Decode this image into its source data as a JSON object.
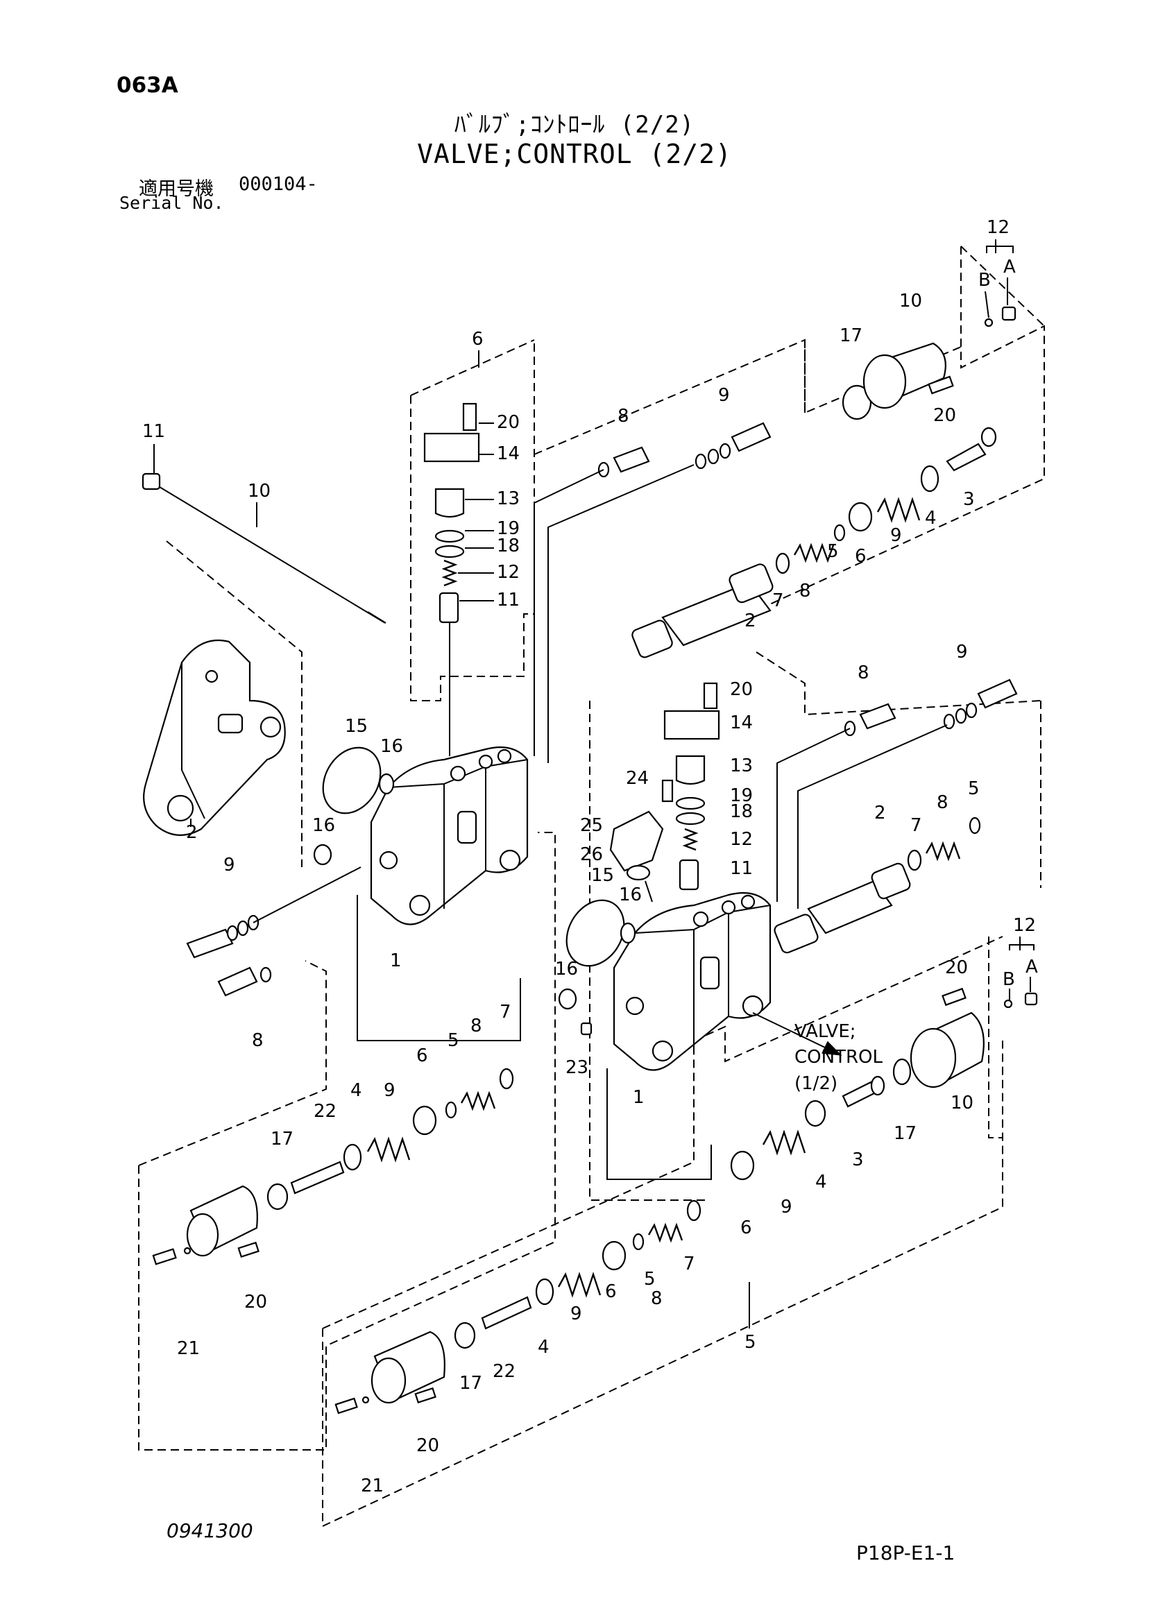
{
  "header": {
    "page_id": "063A",
    "title_jp": "ﾊﾞﾙﾌﾞ;ｺﾝﾄﾛｰﾙ (2/2)",
    "title_en": "VALVE;CONTROL (2/2)",
    "serial_label_jp": "適用号機",
    "serial_value": "000104-",
    "serial_label_en": "Serial No."
  },
  "footer": {
    "drawing_number": "0941300",
    "page_code": "P18P-E1-1"
  },
  "callouts": {
    "ref_valve_line1": "VALVE;",
    "ref_valve_line2": "CONTROL",
    "ref_valve_line3": "(1/2)",
    "n1": "1",
    "n2": "2",
    "n3": "3",
    "n4": "4",
    "n5": "5",
    "n6": "6",
    "n7": "7",
    "n8": "8",
    "n9": "9",
    "n10": "10",
    "n11": "11",
    "n12": "12",
    "n13": "13",
    "n14": "14",
    "n15": "15",
    "n16": "16",
    "n17": "17",
    "n18": "18",
    "n19": "19",
    "n20": "20",
    "n21": "21",
    "n22": "22",
    "n23": "23",
    "n24": "24",
    "n25": "25",
    "n26": "26",
    "A": "A",
    "B": "B"
  }
}
